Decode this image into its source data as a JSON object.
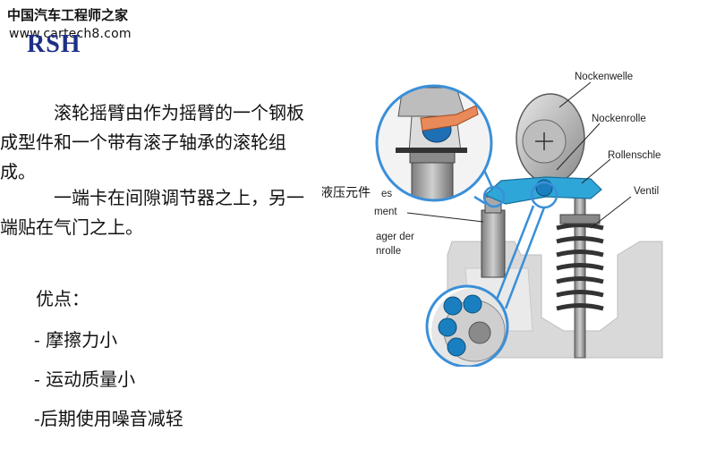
{
  "header": {
    "site_name": "中国汽车工程师之家",
    "site_url": "www.cartech8.com",
    "logo": "RSH"
  },
  "content": {
    "paragraph1": "滚轮摇臂由作为摇臂的一个钢板成型件和一个带有滚子轴承的滚轮组成。",
    "paragraph2": "一端卡在间隙调节器之上，另一端贴在气门之上。",
    "advantages_title": "优点：",
    "advantages": [
      "- 摩擦力小",
      "- 运动质量小",
      "-后期使用噪音减轻"
    ]
  },
  "diagram": {
    "labels": {
      "nockenwelle": "Nockenwelle",
      "nockenrolle": "Nockenrolle",
      "rollenschle": "Rollenschle",
      "ventil": "Ventil",
      "hydraulic_cn": "液压元件",
      "element_partial_1": "es",
      "element_partial_2": "ment",
      "lager_partial_1": "ager der",
      "lager_partial_2": "nrolle"
    },
    "colors": {
      "rocker": "#2fa6d8",
      "bearing": "#1a7fc0",
      "grey_part": "#9a9a9a",
      "ring": "#3a8fd8"
    }
  }
}
